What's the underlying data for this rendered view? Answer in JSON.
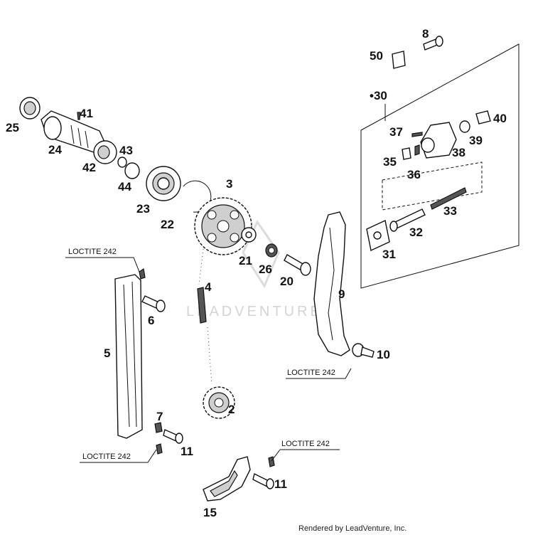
{
  "callouts": {
    "p2": "2",
    "p3": "3",
    "p4": "4",
    "p5": "5",
    "p6": "6",
    "p7": "7",
    "p8": "8",
    "p9": "9",
    "p10": "10",
    "p11a": "11",
    "p11b": "11",
    "p15": "15",
    "p20": "20",
    "p21": "21",
    "p22": "22",
    "p23": "23",
    "p24": "24",
    "p25": "25",
    "p26": "26",
    "p30": "•30",
    "p31": "31",
    "p32": "32",
    "p33": "33",
    "p35": "35",
    "p36": "36",
    "p37": "37",
    "p38": "38",
    "p39": "39",
    "p40": "40",
    "p41": "41",
    "p42": "42",
    "p43": "43",
    "p44": "44",
    "p50": "50"
  },
  "loctite": {
    "a": "LOCTITE 242",
    "b": "LOCTITE 242",
    "c": "LOCTITE 242",
    "d": "LOCTITE 242"
  },
  "watermark": "LEADVENTURE",
  "credit": "Rendered by LeadVenture, Inc."
}
